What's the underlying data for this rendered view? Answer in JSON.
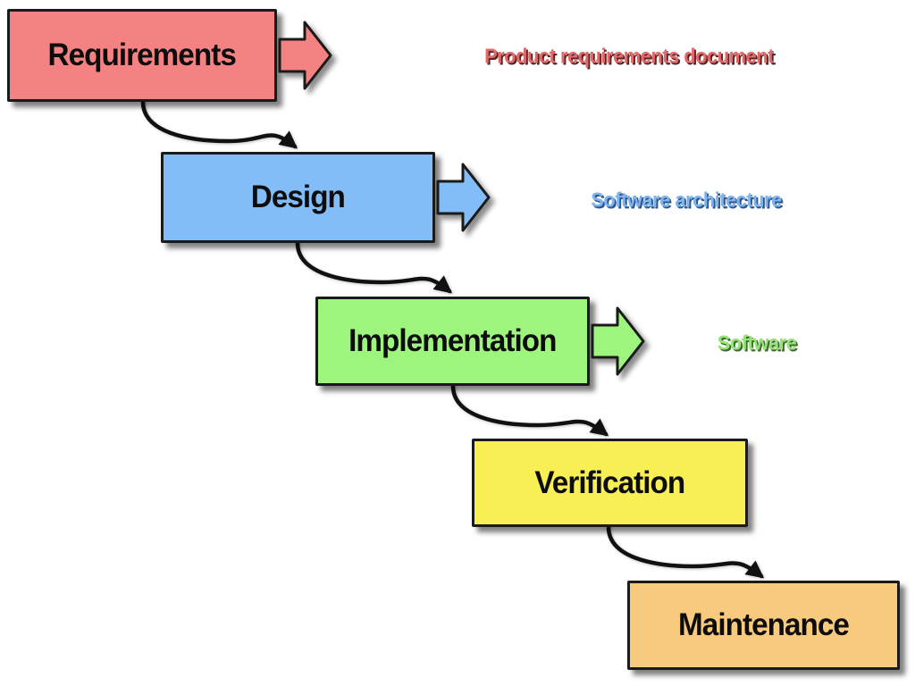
{
  "background_color": "#ffffff",
  "outline_color": "#1a1a1a",
  "connector_color": "#111111",
  "stages": [
    {
      "name": "requirements",
      "label": "Requirements",
      "fill": "#f58282",
      "artifact_label": "Product requirements document",
      "artifact_color": "#e06a6a",
      "artifact_shadow": "#5a2424",
      "has_output_arrow": true
    },
    {
      "name": "design",
      "label": "Design",
      "fill": "#82bdf8",
      "artifact_label": "Software architecture",
      "artifact_color": "#7db4ef",
      "artifact_shadow": "#2f5688",
      "has_output_arrow": true
    },
    {
      "name": "implementation",
      "label": "Implementation",
      "fill": "#9df57e",
      "artifact_label": "Software",
      "artifact_color": "#97e377",
      "artifact_shadow": "#3f6b2f",
      "has_output_arrow": true
    },
    {
      "name": "verification",
      "label": "Verification",
      "fill": "#f8ef55",
      "artifact_label": "",
      "has_output_arrow": false
    },
    {
      "name": "maintenance",
      "label": "Maintenance",
      "fill": "#f8ca7e",
      "artifact_label": "",
      "has_output_arrow": false
    }
  ]
}
